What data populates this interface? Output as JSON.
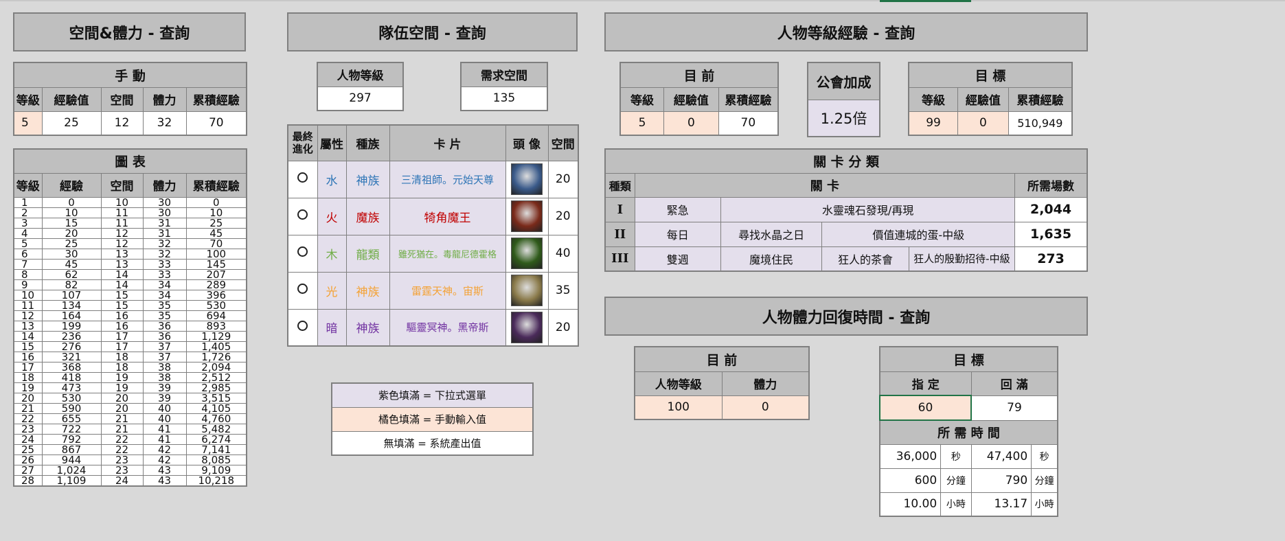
{
  "colors": {
    "purple_fill": "#e4dfec",
    "orange_fill": "#fce4d6",
    "header_gray": "#bfbfbf",
    "excel_green": "#217346"
  },
  "titles": {
    "space_stamina": "空間&體力 - 查詢",
    "team_space": "隊伍空間 - 查詢",
    "char_level_exp": "人物等級經驗 - 查詢",
    "stamina_recover": "人物體力回復時間 - 查詢"
  },
  "manual": {
    "title": "手 動",
    "headers": [
      "等級",
      "經驗值",
      "空間",
      "體力",
      "累積經驗"
    ],
    "row": [
      "5",
      "25",
      "12",
      "32",
      "70"
    ]
  },
  "chart": {
    "title": "圖 表",
    "headers": [
      "等級",
      "經驗",
      "空間",
      "體力",
      "累積經驗"
    ],
    "rows": [
      [
        "1",
        "0",
        "10",
        "30",
        "0"
      ],
      [
        "2",
        "10",
        "11",
        "30",
        "10"
      ],
      [
        "3",
        "15",
        "11",
        "31",
        "25"
      ],
      [
        "4",
        "20",
        "12",
        "31",
        "45"
      ],
      [
        "5",
        "25",
        "12",
        "32",
        "70"
      ],
      [
        "6",
        "30",
        "13",
        "32",
        "100"
      ],
      [
        "7",
        "45",
        "13",
        "33",
        "145"
      ],
      [
        "8",
        "62",
        "14",
        "33",
        "207"
      ],
      [
        "9",
        "82",
        "14",
        "34",
        "289"
      ],
      [
        "10",
        "107",
        "15",
        "34",
        "396"
      ],
      [
        "11",
        "134",
        "15",
        "35",
        "530"
      ],
      [
        "12",
        "164",
        "16",
        "35",
        "694"
      ],
      [
        "13",
        "199",
        "16",
        "36",
        "893"
      ],
      [
        "14",
        "236",
        "17",
        "36",
        "1,129"
      ],
      [
        "15",
        "276",
        "17",
        "37",
        "1,405"
      ],
      [
        "16",
        "321",
        "18",
        "37",
        "1,726"
      ],
      [
        "17",
        "368",
        "18",
        "38",
        "2,094"
      ],
      [
        "18",
        "418",
        "19",
        "38",
        "2,512"
      ],
      [
        "19",
        "473",
        "19",
        "39",
        "2,985"
      ],
      [
        "20",
        "530",
        "20",
        "39",
        "3,515"
      ],
      [
        "21",
        "590",
        "20",
        "40",
        "4,105"
      ],
      [
        "22",
        "655",
        "21",
        "40",
        "4,760"
      ],
      [
        "23",
        "722",
        "21",
        "41",
        "5,482"
      ],
      [
        "24",
        "792",
        "22",
        "41",
        "6,274"
      ],
      [
        "25",
        "867",
        "22",
        "42",
        "7,141"
      ],
      [
        "26",
        "944",
        "23",
        "42",
        "8,085"
      ],
      [
        "27",
        "1,024",
        "23",
        "43",
        "9,109"
      ],
      [
        "28",
        "1,109",
        "24",
        "43",
        "10,218"
      ]
    ]
  },
  "team": {
    "level_label": "人物等級",
    "level_value": "297",
    "space_label": "需求空間",
    "space_value": "135",
    "headers": [
      "最終進化",
      "屬性",
      "種族",
      "卡 片",
      "頭 像",
      "空間"
    ],
    "evo_line1": "最終",
    "evo_line2": "進化",
    "cards": [
      {
        "attr": "水",
        "race": "神族",
        "name": "三清祖師。元始天尊",
        "space": "20",
        "attr_color": "#2e75b6",
        "race_color": "#2e75b6",
        "name_color": "#2e75b6",
        "avatar": "#3a5a8a"
      },
      {
        "attr": "火",
        "race": "魔族",
        "name": "犄角魔王",
        "space": "20",
        "attr_color": "#c00000",
        "race_color": "#c00000",
        "name_color": "#c00000",
        "avatar": "#7a2a1a"
      },
      {
        "attr": "木",
        "race": "龍類",
        "name": "雖死猶在。毒龍尼德霍格",
        "space": "40",
        "attr_color": "#70ad47",
        "race_color": "#70ad47",
        "name_color": "#70ad47",
        "avatar": "#2f5a1a"
      },
      {
        "attr": "光",
        "race": "神族",
        "name": "雷霆天神。宙斯",
        "space": "35",
        "attr_color": "#f4a235",
        "race_color": "#f4a235",
        "name_color": "#f4a235",
        "avatar": "#8a7a4a"
      },
      {
        "attr": "暗",
        "race": "神族",
        "name": "驅靈冥神。黑帝斯",
        "space": "20",
        "attr_color": "#7030a0",
        "race_color": "#7030a0",
        "name_color": "#7030a0",
        "avatar": "#4a2a5a"
      }
    ]
  },
  "legend": [
    "紫色填滿 = 下拉式選單",
    "橘色填滿 = 手動輸入值",
    "無填滿 = 系統產出值"
  ],
  "current": {
    "title": "目 前",
    "headers": [
      "等級",
      "經驗值",
      "累積經驗"
    ],
    "row": [
      "5",
      "0",
      "70"
    ]
  },
  "guild": {
    "title": "公會加成",
    "value": "1.25倍"
  },
  "target": {
    "title": "目 標",
    "headers": [
      "等級",
      "經驗值",
      "累積經驗"
    ],
    "row": [
      "99",
      "0",
      "510,949"
    ]
  },
  "stages": {
    "title": "關 卡 分 類",
    "col_type": "種類",
    "col_stage": "關 卡",
    "col_count": "所需場數",
    "rows": [
      {
        "roman": "I",
        "type": "緊急",
        "stages": [
          "水靈魂石發現/再現"
        ],
        "count": "2,044"
      },
      {
        "roman": "II",
        "type": "每日",
        "stages": [
          "尋找水晶之日",
          "價值連城的蛋-中級"
        ],
        "count": "1,635"
      },
      {
        "roman": "III",
        "type": "雙週",
        "stages": [
          "魔境住民",
          "狂人的茶會",
          "狂人的殷勤招待-中級"
        ],
        "count": "273"
      }
    ]
  },
  "stam_current": {
    "title": "目 前",
    "headers": [
      "人物等級",
      "體力"
    ],
    "row": [
      "100",
      "0"
    ]
  },
  "stam_target": {
    "title": "目 標",
    "headers": [
      "指 定",
      "回 滿"
    ],
    "row": [
      "60",
      "79"
    ],
    "time_title": "所 需 時 間",
    "times": [
      [
        "36,000",
        "秒",
        "47,400",
        "秒"
      ],
      [
        "600",
        "分鐘",
        "790",
        "分鐘"
      ],
      [
        "10.00",
        "小時",
        "13.17",
        "小時"
      ]
    ]
  }
}
